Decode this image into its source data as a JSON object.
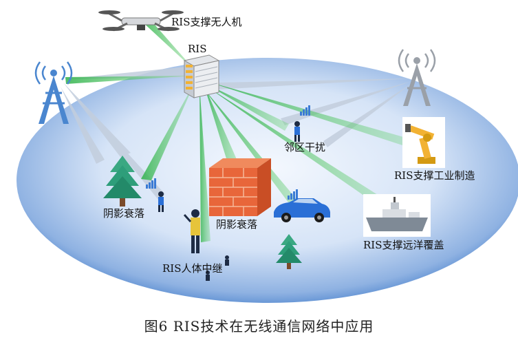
{
  "diagram": {
    "labels": {
      "drone": "RIS支撑无人机",
      "ris": "RIS",
      "neighbor_interference": "邻区干扰",
      "shadow_fading_left": "阴影衰落",
      "shadow_fading_center": "阴影衰落",
      "industry": "RIS支撑工业制造",
      "ocean": "RIS支撑远洋覆盖",
      "human_relay": "RIS人体中继"
    },
    "caption": "图6   RIS技术在无线通信网络中应用"
  },
  "colors": {
    "ellipse_center": "#e8f0fb",
    "ellipse_edge": "#3c78c8",
    "beam_green": "#3dbf4a",
    "beam_gray": "#b9c6d8",
    "tower": "#4a86cf",
    "tower_gray": "#9aa0a8",
    "brick": "#e8663a",
    "car": "#2a6fd6",
    "tree": "#2e9e7a"
  }
}
